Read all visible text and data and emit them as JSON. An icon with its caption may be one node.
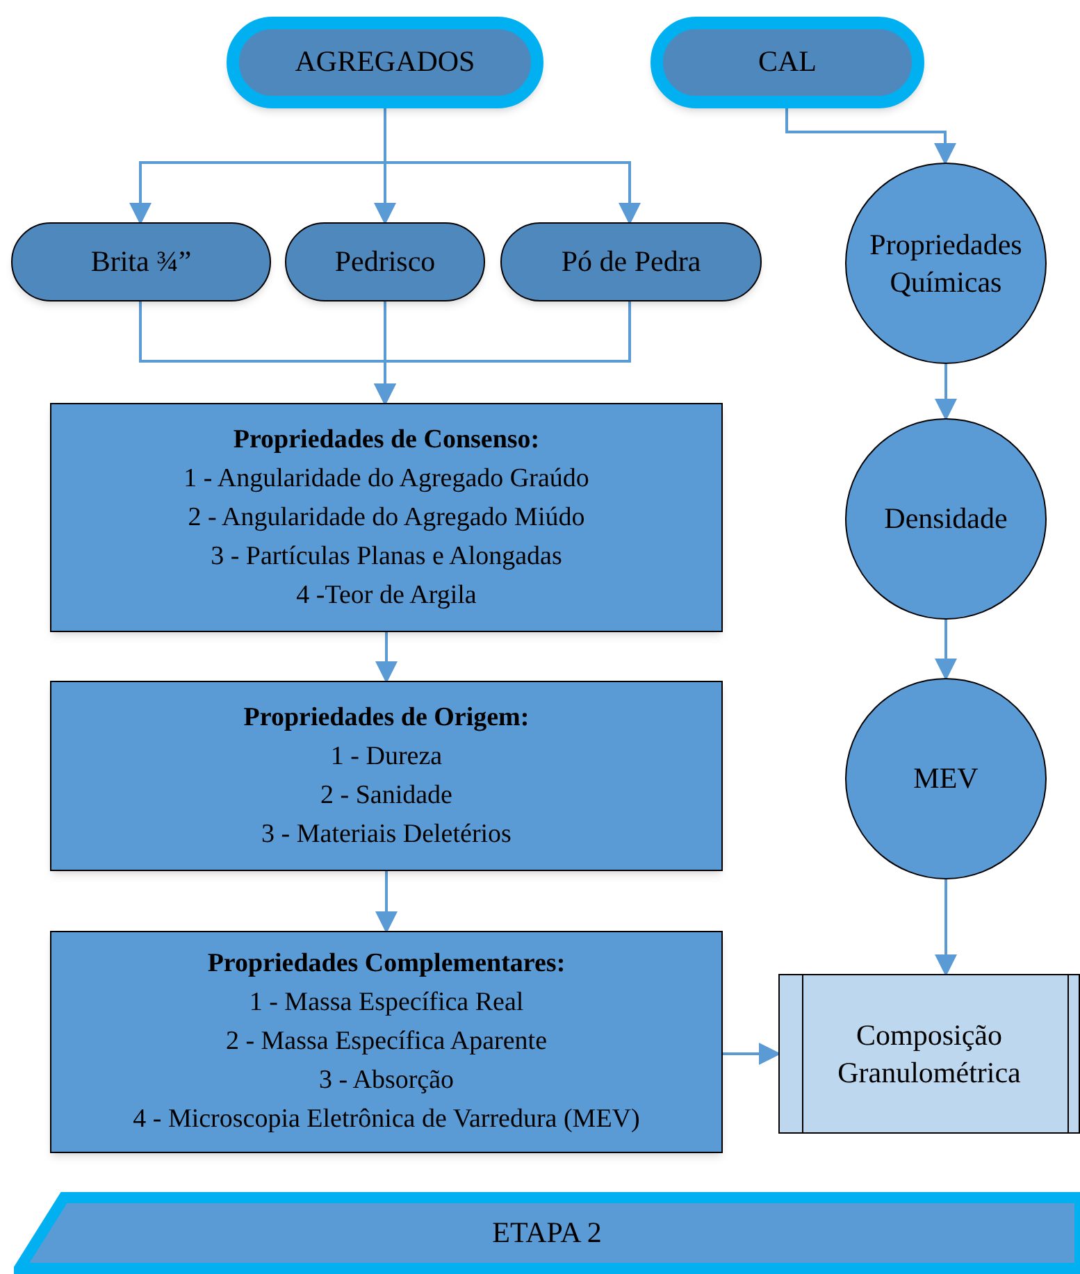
{
  "diagram": {
    "nodes": [
      {
        "text": [
          "AGREGADOS"
        ]
      },
      {
        "text": [
          "CAL"
        ]
      },
      {
        "text": [
          "Brita ¾”"
        ]
      },
      {
        "text": [
          "Pedrisco"
        ]
      },
      {
        "text": [
          "Pó de Pedra"
        ]
      },
      {
        "text": [
          "Propriedades Químicas"
        ]
      },
      {
        "text": [
          "Propriedades de Consenso:",
          "1 - Angularidade do Agregado Graúdo",
          "2 - Angularidade do Agregado Miúdo",
          "3 - Partículas Planas e Alongadas",
          "4 -Teor de Argila"
        ]
      },
      {
        "text": [
          "Densidade"
        ]
      },
      {
        "text": [
          "Propriedades de Origem:",
          "1 - Dureza",
          "2 - Sanidade",
          "3 - Materiais Deletérios"
        ]
      },
      {
        "text": [
          "MEV"
        ]
      },
      {
        "text": [
          "Propriedades Complementares:",
          "1 - Massa Específica Real",
          "2 - Massa Específica Aparente",
          "3 - Absorção",
          "4 - Microscopia Eletrônica de Varredura (MEV)"
        ]
      },
      {
        "text": [
          "Composição Granulométrica"
        ]
      },
      {
        "text": [
          "ETAPA 2"
        ]
      }
    ],
    "edges": [
      {
        "from": 0,
        "to": 2,
        "arrow": "to"
      },
      {
        "from": 0,
        "to": 3,
        "arrow": "to"
      },
      {
        "from": 0,
        "to": 4,
        "arrow": "to"
      },
      {
        "from": 1,
        "to": 5,
        "arrow": "to"
      },
      {
        "from": 2,
        "to": 6,
        "arrow": "to"
      },
      {
        "from": 3,
        "to": 6,
        "arrow": "to"
      },
      {
        "from": 4,
        "to": 6,
        "arrow": "to"
      },
      {
        "from": 6,
        "to": 8,
        "arrow": "to"
      },
      {
        "from": 8,
        "to": 10,
        "arrow": "to"
      },
      {
        "from": 5,
        "to": 7,
        "arrow": "to"
      },
      {
        "from": 7,
        "to": 9,
        "arrow": "to"
      },
      {
        "from": 9,
        "to": 11,
        "arrow": "to"
      },
      {
        "from": 10,
        "to": 11,
        "arrow": "to"
      }
    ]
  }
}
